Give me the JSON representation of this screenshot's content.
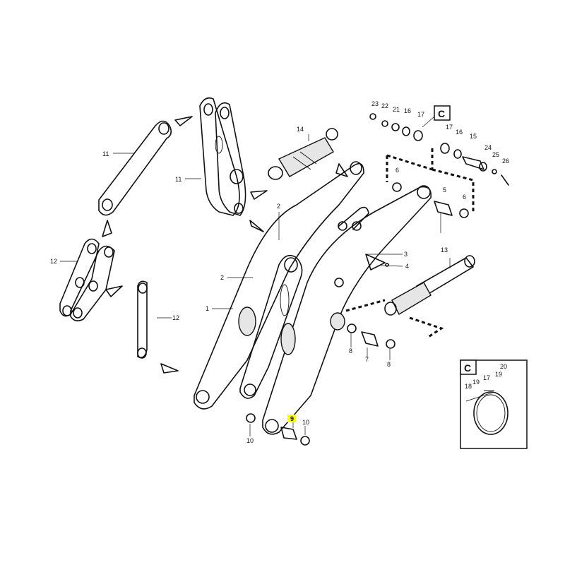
{
  "callouts": [
    {
      "id": "c1",
      "text": "1"
    },
    {
      "id": "c2a",
      "text": "2"
    },
    {
      "id": "c2b",
      "text": "2"
    },
    {
      "id": "c3",
      "text": "3"
    },
    {
      "id": "c4",
      "text": "4"
    },
    {
      "id": "c5",
      "text": "5"
    },
    {
      "id": "c6a",
      "text": "6"
    },
    {
      "id": "c6b",
      "text": "6"
    },
    {
      "id": "c7",
      "text": "7"
    },
    {
      "id": "c8a",
      "text": "8"
    },
    {
      "id": "c8b",
      "text": "8"
    },
    {
      "id": "c9",
      "text": "9"
    },
    {
      "id": "c10a",
      "text": "10"
    },
    {
      "id": "c10b",
      "text": "10"
    },
    {
      "id": "c11a",
      "text": "11"
    },
    {
      "id": "c11b",
      "text": "11"
    },
    {
      "id": "c12a",
      "text": "12"
    },
    {
      "id": "c12b",
      "text": "12"
    },
    {
      "id": "c13",
      "text": "13"
    },
    {
      "id": "c14",
      "text": "14"
    },
    {
      "id": "c15",
      "text": "15"
    },
    {
      "id": "c16a",
      "text": "16"
    },
    {
      "id": "c16b",
      "text": "16"
    },
    {
      "id": "c17a",
      "text": "17"
    },
    {
      "id": "c17b",
      "text": "17"
    },
    {
      "id": "c17c",
      "text": "17"
    },
    {
      "id": "c18",
      "text": "18"
    },
    {
      "id": "c19a",
      "text": "19"
    },
    {
      "id": "c19b",
      "text": "19"
    },
    {
      "id": "c20",
      "text": "20"
    },
    {
      "id": "c21",
      "text": "21"
    },
    {
      "id": "c22",
      "text": "22"
    },
    {
      "id": "c23",
      "text": "23"
    },
    {
      "id": "c24",
      "text": "24"
    },
    {
      "id": "c25",
      "text": "25"
    },
    {
      "id": "c26",
      "text": "26"
    }
  ],
  "detail_refs": {
    "main": "C",
    "inset": "C"
  },
  "highlight": {
    "part": "9",
    "color": "#ffff00"
  },
  "colors": {
    "line": "#111111",
    "background": "#ffffff",
    "shade": "#e6e6e6"
  }
}
